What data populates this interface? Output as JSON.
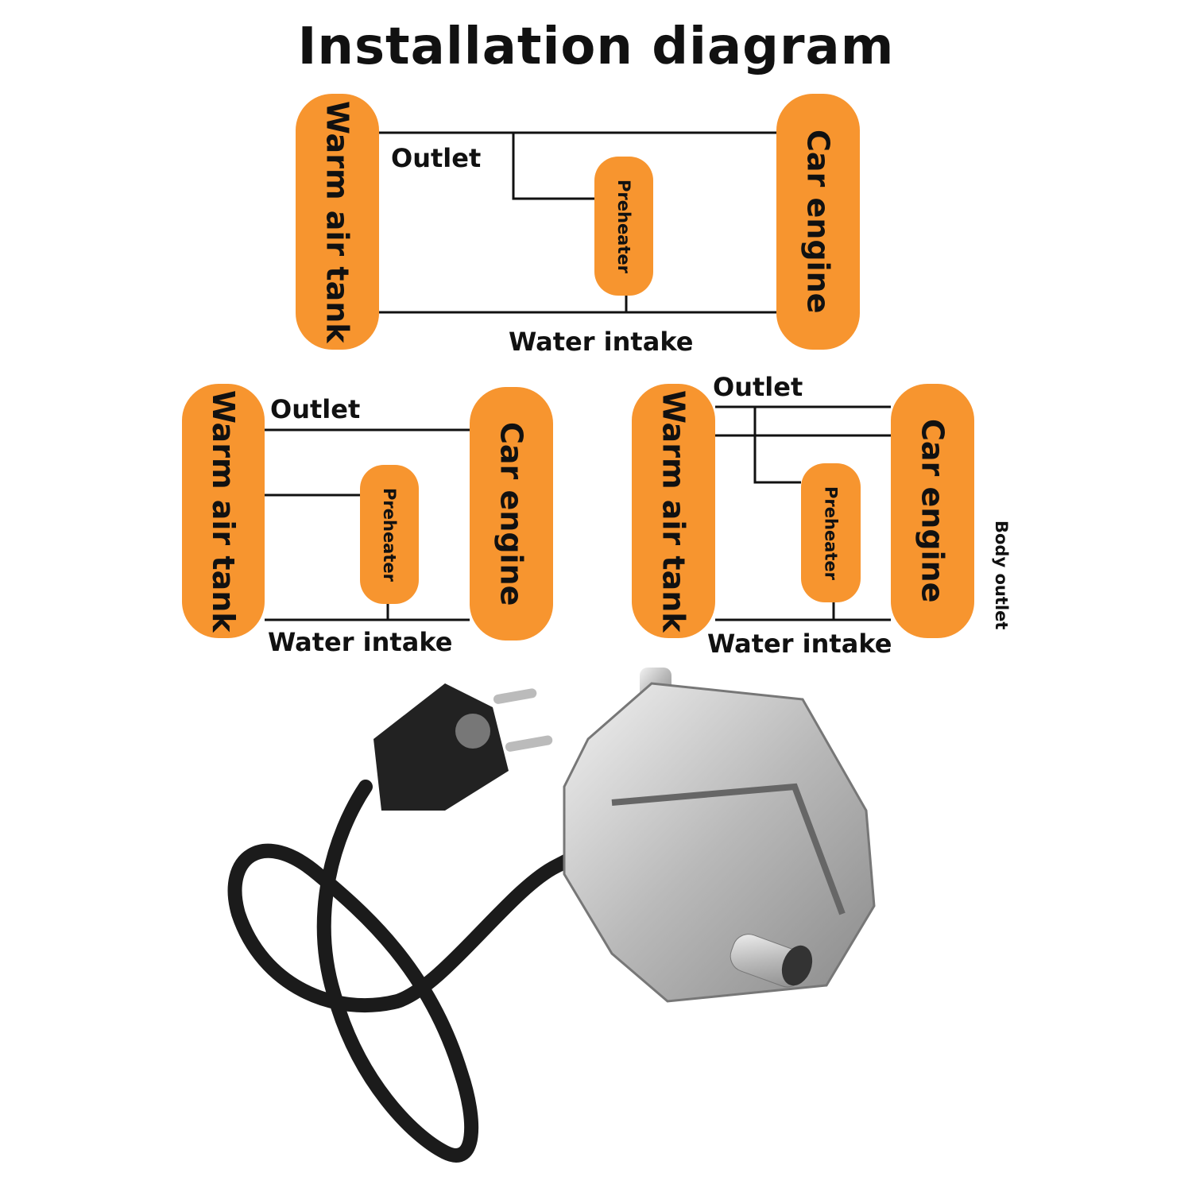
{
  "title": "Installation diagram",
  "diagrams": [
    {
      "tank": "Warm air tank",
      "engine": "Car engine",
      "preheater": "Preheater",
      "outlet": "Outlet",
      "intake": "Water intake"
    },
    {
      "tank": "Warm air tank",
      "engine": "Car engine",
      "preheater": "Preheater",
      "outlet": "Outlet",
      "intake": "Water intake"
    },
    {
      "tank": "Warm air tank",
      "engine": "Car engine",
      "preheater": "Preheater",
      "outlet": "Outlet",
      "intake": "Water intake",
      "extra": "Body outlet"
    }
  ],
  "colors": {
    "box": "#f7952f",
    "line": "#111111"
  }
}
